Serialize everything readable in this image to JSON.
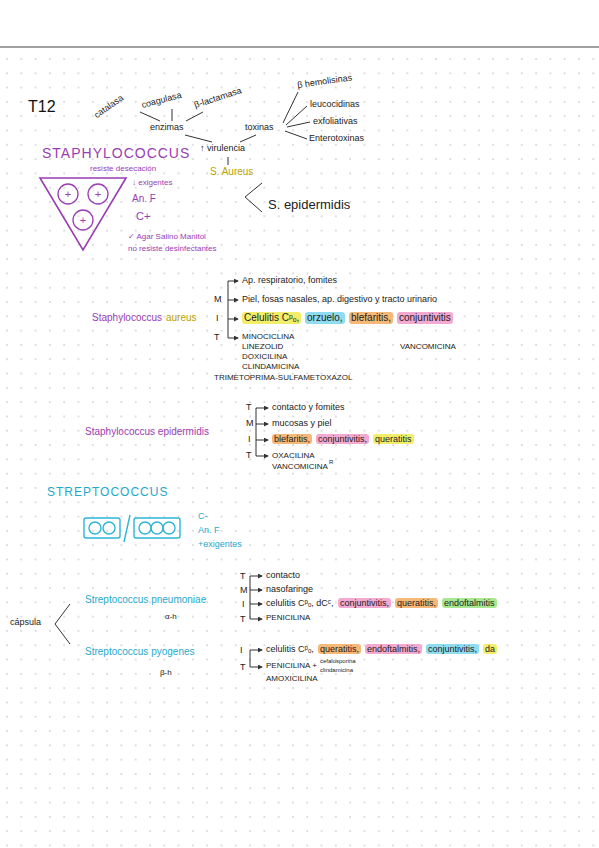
{
  "diagram": {
    "labels": [
      "T12",
      "catalasa",
      "coagulasa",
      "β-lactamasa",
      "β hemolisinas",
      "leucocidinas",
      "exfoliativas",
      "Enterotoxinas",
      "enzimas",
      "toxinas",
      "↑ virulencia",
      "STAPHYLOCOCCUS",
      "S. Aureus",
      "resiste desecación",
      "↓ exigentes",
      "S. epidermidis",
      "An. F",
      "C+",
      "✓ Agar Salino Manitol",
      "no resiste desinfectantes",
      "+",
      "+",
      "+",
      "M",
      "I",
      "T",
      "Ap. respiratorio, fomites",
      "Piel, fosas nasales, ap. digestivo y tracto urinario",
      "Staphylococcus",
      "aureus",
      "Celulitis Cᵖₒ,",
      "orzuelo,",
      "blefaritis,",
      "conjuntivitis",
      "MINOCICLINA",
      "LINEZOLID",
      "DOXICILINA",
      "VANCOMICINA",
      "CLINDAMICINA",
      "TRIMETOPRIMA-SULFAMETOXAZOL",
      "T",
      "M",
      "I",
      "T",
      "Staphylococcus epidermidis",
      "contacto y fomites",
      "mucosas y piel",
      "blefaritis,",
      "conjuntivitis,",
      "queratitis",
      "OXACILINA",
      "VANCOMICINA",
      "R",
      "STREPTOCOCCUS",
      "C-",
      "An. F",
      "+exigentes",
      "T",
      "M",
      "I",
      "T",
      "contacto",
      "nasofaringe",
      "Streptococcus pneumoniae",
      "celulitis Cᵖₒ, dCᶜ,",
      "conjuntivitis,",
      "queratitis,",
      "endoftalmitis",
      "cápsula",
      "α-h",
      "PENICILINA",
      "I",
      "T",
      "Streptococcus pyogenes",
      "celulitis Cᵖₒ,",
      "queratitis,",
      "endoftalmitis,",
      "conjuntivitis,",
      "da",
      "PENICILINA +",
      "cefalosporina",
      "clindamicina",
      "β-h",
      "AMOXICILINA"
    ]
  }
}
